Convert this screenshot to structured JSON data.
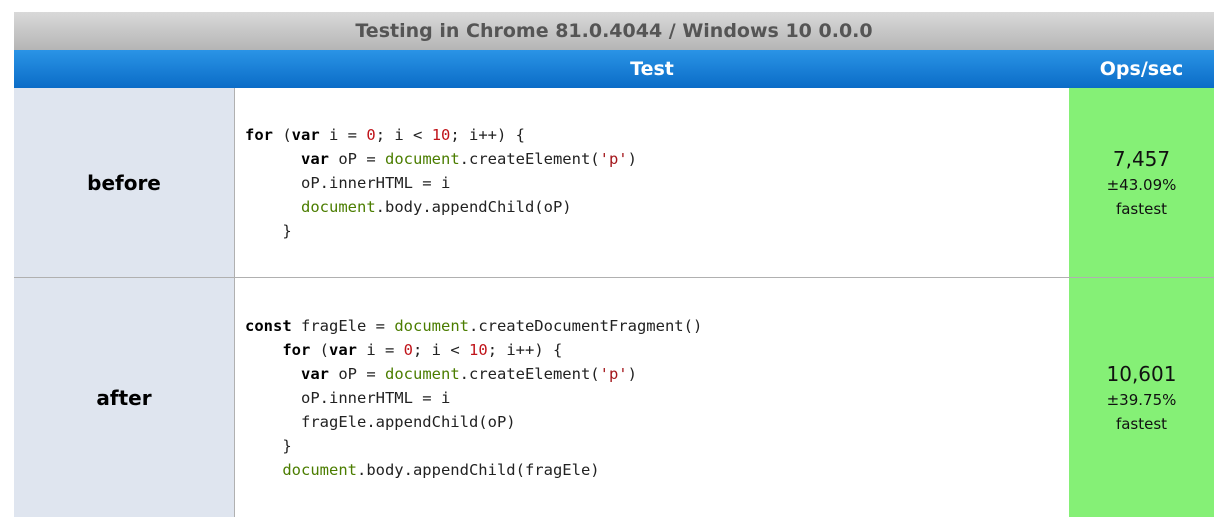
{
  "caption": "Testing in Chrome 81.0.4044 / Windows 10 0.0.0",
  "header": {
    "test_label": "Test",
    "ops_label": "Ops/sec"
  },
  "rows": [
    {
      "name": "before",
      "code_lines": [
        "for (var i = 0; i < 10; i++) {",
        "      var oP = document.createElement('p')",
        "      oP.innerHTML = i",
        "      document.body.appendChild(oP)",
        "    }"
      ],
      "ops": "7,457",
      "rme": "±43.09%",
      "status": "fastest"
    },
    {
      "name": "after",
      "code_lines": [
        "const fragEle = document.createDocumentFragment()",
        "    for (var i = 0; i < 10; i++) {",
        "      var oP = document.createElement('p')",
        "      oP.innerHTML = i",
        "      fragEle.appendChild(oP)",
        "    }",
        "    document.body.appendChild(fragEle)"
      ],
      "ops": "10,601",
      "rme": "±39.75%",
      "status": "fastest"
    }
  ],
  "colors": {
    "header_blue": "#1a82d8",
    "fastest_green": "#85f076",
    "label_bg": "#dfe5ef"
  }
}
